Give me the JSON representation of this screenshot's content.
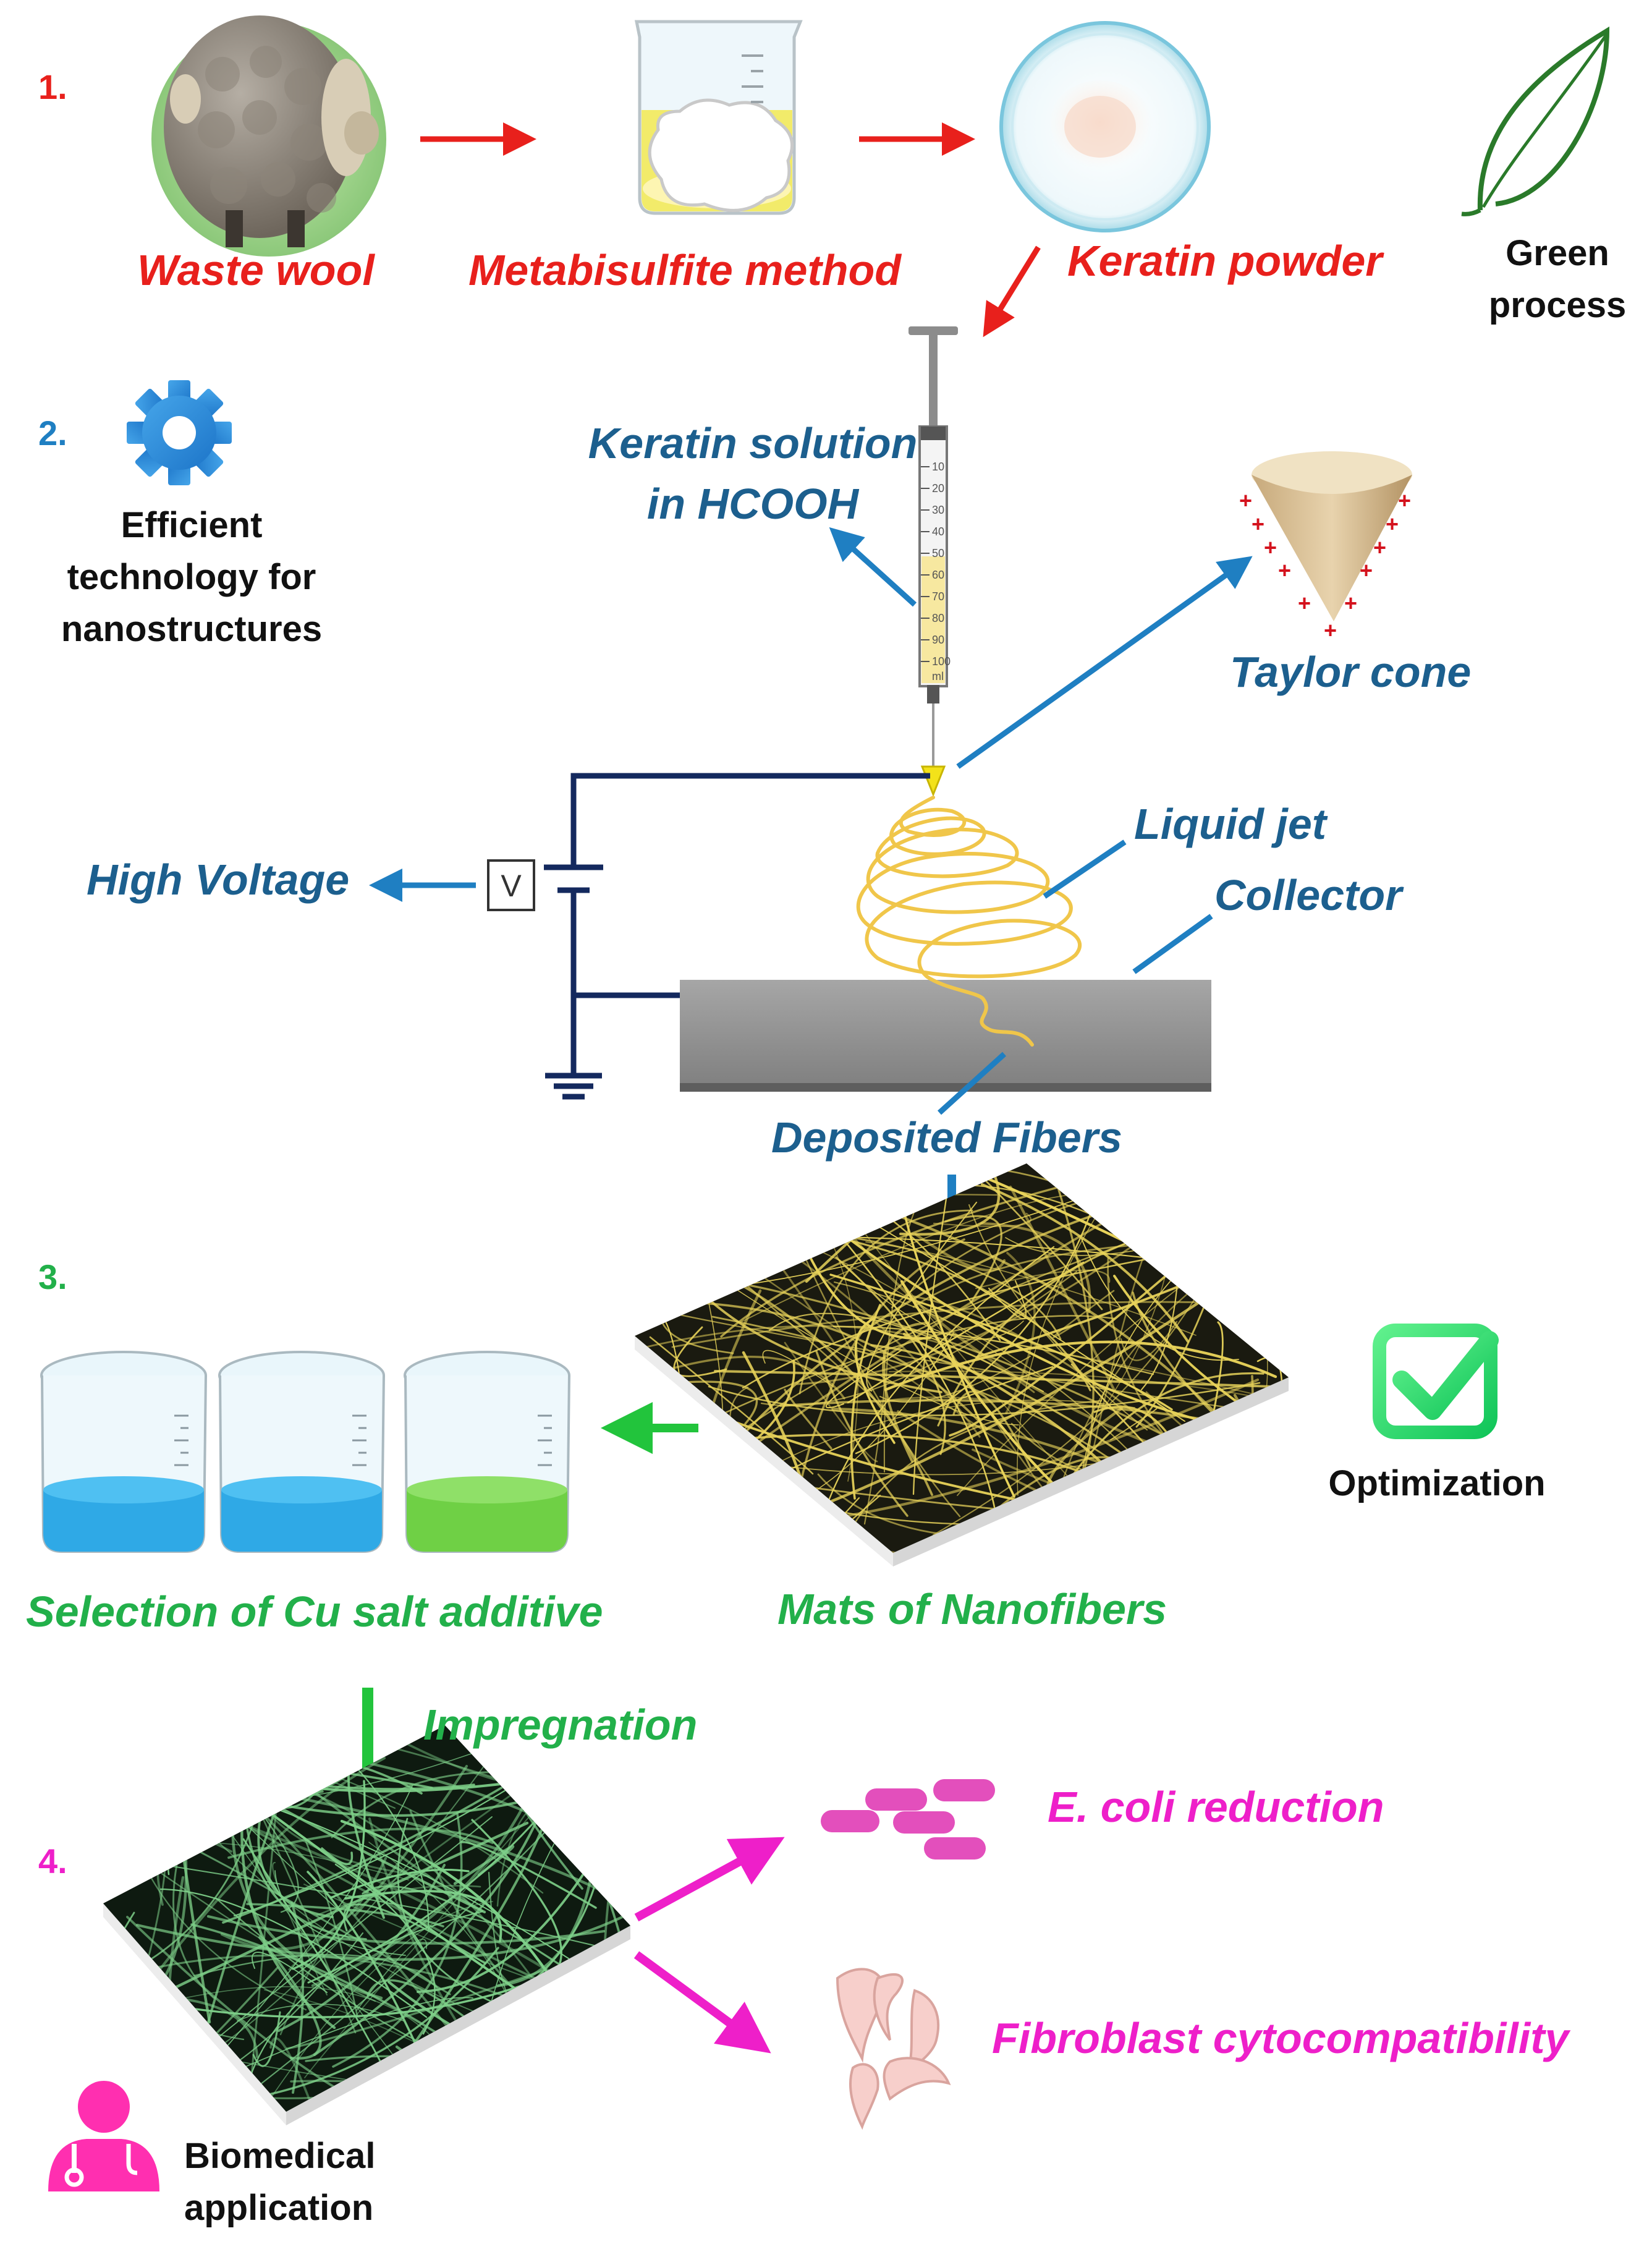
{
  "step_numbers": [
    "1.",
    "2.",
    "3.",
    "4."
  ],
  "step1": {
    "waste_wool": "Waste wool",
    "metabisulfite": "Metabisulfite method",
    "keratin_powder": "Keratin powder"
  },
  "green_process": {
    "line1": "Green",
    "line2": "process"
  },
  "step2": {
    "efficient_line1": "Efficient",
    "efficient_line2": "technology for",
    "efficient_line3": "nanostructures",
    "keratin_solution_line1": "Keratin solution",
    "keratin_solution_line2": "in HCOOH",
    "taylor_cone": "Taylor cone",
    "liquid_jet": "Liquid jet",
    "collector": "Collector",
    "high_voltage": "High Voltage",
    "voltmeter": "V",
    "deposited_fibers": "Deposited Fibers",
    "syringe_scale": [
      "10",
      "20",
      "30",
      "40",
      "50",
      "60",
      "70",
      "80",
      "90",
      "100"
    ],
    "syringe_unit": "ml"
  },
  "step3": {
    "selection": "Selection of Cu salt additive",
    "mats": "Mats of Nanofibers",
    "optimization": "Optimization"
  },
  "step4": {
    "impregnation": "Impregnation",
    "ecoli": "E. coli reduction",
    "fibroblast": "Fibroblast cytocompatibility",
    "biomedical_line1": "Biomedical",
    "biomedical_line2": "application"
  },
  "colors": {
    "step1": "#e8201c",
    "step2": "#1c5f8e",
    "step3": "#22b04a",
    "step4": "#ee1fc9",
    "circuit": "#14295e",
    "fiber_yellow": "#e8d35a",
    "fiber_green": "#7ed089",
    "liquid_blue": "#2fa9e6",
    "liquid_green": "#6fd045"
  },
  "icons": [
    "sheep-icon",
    "beaker-icon",
    "petri-dish-icon",
    "leaf-icon",
    "gear-icon",
    "syringe-icon",
    "taylor-cone-icon",
    "battery-icon",
    "ground-icon",
    "checkbox-icon",
    "bacteria-icon",
    "fibroblast-icon",
    "doctor-icon"
  ]
}
